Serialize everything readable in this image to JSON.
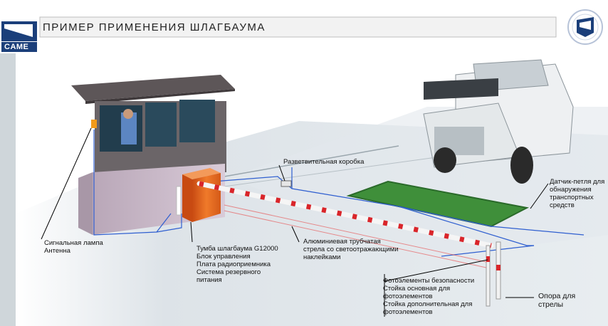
{
  "header": {
    "title": "ПРИМЕР ПРИМЕНЕНИЯ ШЛАГБАУМА",
    "logo_text": "CAME"
  },
  "labels": {
    "signal_lamp": [
      "Сигнальная лампа",
      "Антенна"
    ],
    "junction_box": [
      "Разветвительная коробка"
    ],
    "loop_detector": [
      "Датчик-петля для",
      "обнаружения",
      "транспортных",
      "средств"
    ],
    "cabinet": [
      "Тумба шлагбаума G12000",
      "Блок управления",
      "Плата радиоприемника",
      "Система резервного",
      "питания"
    ],
    "boom": [
      "Алюминиевая трубчатая",
      "стрела со светоотражающими",
      "наклейками"
    ],
    "photocells": [
      "Фотоэлементы безопасности",
      "Стойка основная для",
      "фотоэлементов",
      "Стойка дополнительная для",
      "фотоэлементов"
    ],
    "boom_support": [
      "Опора для",
      "стрелы"
    ]
  },
  "colors": {
    "brand_blue": "#1b3f7a",
    "cabinet_orange": "#e8601c",
    "loop_green": "#3f8f3a",
    "wire_blue": "#2f5fd0",
    "booth_wall": "#c9b8c8",
    "ground": "#dbe2e7",
    "boom_red": "#d9252a"
  },
  "icons": {
    "logo": "came-logo-icon",
    "emblem": "shield-emblem-icon"
  }
}
